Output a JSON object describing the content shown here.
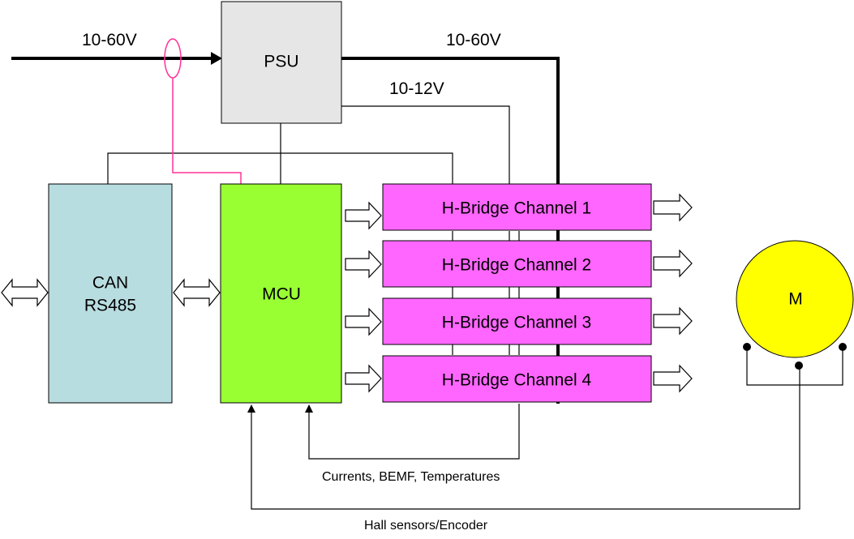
{
  "labels": {
    "input_voltage": "10-60V",
    "output_voltage": "10-60V",
    "aux_voltage": "10-12V",
    "feedback": "Currents, BEMF, Temperatures",
    "sensors": "Hall sensors/Encoder"
  },
  "blocks": {
    "psu": "PSU",
    "can_line1": "CAN",
    "can_line2": "RS485",
    "mcu": "MCU",
    "motor": "M"
  },
  "channels": [
    "H-Bridge Channel 1",
    "H-Bridge Channel 2",
    "H-Bridge Channel 3",
    "H-Bridge Channel 4"
  ],
  "colors": {
    "psu": "#e6e6e6",
    "can": "#b8dde0",
    "mcu": "#99ff33",
    "hbridge": "#ff66ff",
    "motor": "#ffff00",
    "current_probe": "#ff3399"
  }
}
